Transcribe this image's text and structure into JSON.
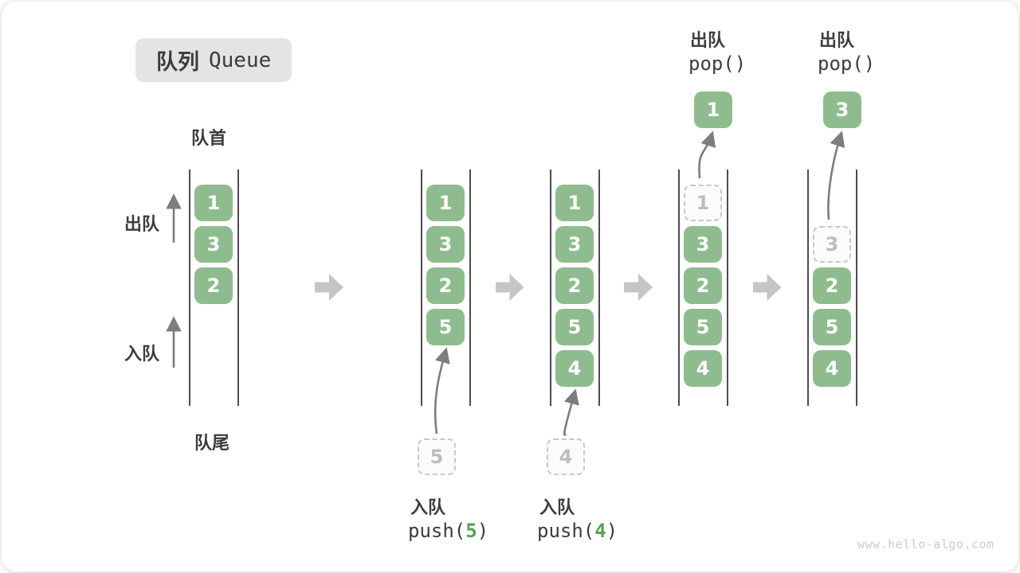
{
  "title": {
    "zh": "队列",
    "en": "Queue"
  },
  "side_labels": {
    "front": "队首",
    "rear": "队尾",
    "dequeue": "出队",
    "enqueue": "入队"
  },
  "watermark": "www.hello-algo.com",
  "colors": {
    "box_green": "#8FBC8F",
    "code_green": "#56A156",
    "block_arrow": "#C5C5C5",
    "thin_arrow": "#7D7D7D",
    "text_dark": "#3C3C3C"
  },
  "columns": [
    {
      "cells": [
        {
          "value": "1",
          "row": 0
        },
        {
          "value": "3",
          "row": 1
        },
        {
          "value": "2",
          "row": 2
        }
      ]
    },
    {
      "cells": [
        {
          "value": "1",
          "row": 0
        },
        {
          "value": "3",
          "row": 1
        },
        {
          "value": "2",
          "row": 2
        },
        {
          "value": "5",
          "row": 3
        }
      ]
    },
    {
      "cells": [
        {
          "value": "1",
          "row": 0
        },
        {
          "value": "3",
          "row": 1
        },
        {
          "value": "2",
          "row": 2
        },
        {
          "value": "5",
          "row": 3
        },
        {
          "value": "4",
          "row": 4
        }
      ]
    },
    {
      "cells": [
        {
          "value": "1",
          "row": 0,
          "ghost": true
        },
        {
          "value": "3",
          "row": 1
        },
        {
          "value": "2",
          "row": 2
        },
        {
          "value": "5",
          "row": 3
        },
        {
          "value": "4",
          "row": 4
        }
      ]
    },
    {
      "cells": [
        {
          "value": "3",
          "row": 1,
          "ghost": true
        },
        {
          "value": "2",
          "row": 2
        },
        {
          "value": "5",
          "row": 3
        },
        {
          "value": "4",
          "row": 4
        }
      ]
    }
  ],
  "enqueue_ops": [
    {
      "col": 1,
      "label": "入队",
      "fn_open": "push(",
      "arg": "5",
      "fn_close": ")",
      "incoming_value": "5"
    },
    {
      "col": 2,
      "label": "入队",
      "fn_open": "push(",
      "arg": "4",
      "fn_close": ")",
      "incoming_value": "4"
    }
  ],
  "dequeue_ops": [
    {
      "col": 3,
      "label": "出队",
      "code": "pop()",
      "popped_value": "1"
    },
    {
      "col": 4,
      "label": "出队",
      "code": "pop()",
      "popped_value": "3"
    }
  ]
}
